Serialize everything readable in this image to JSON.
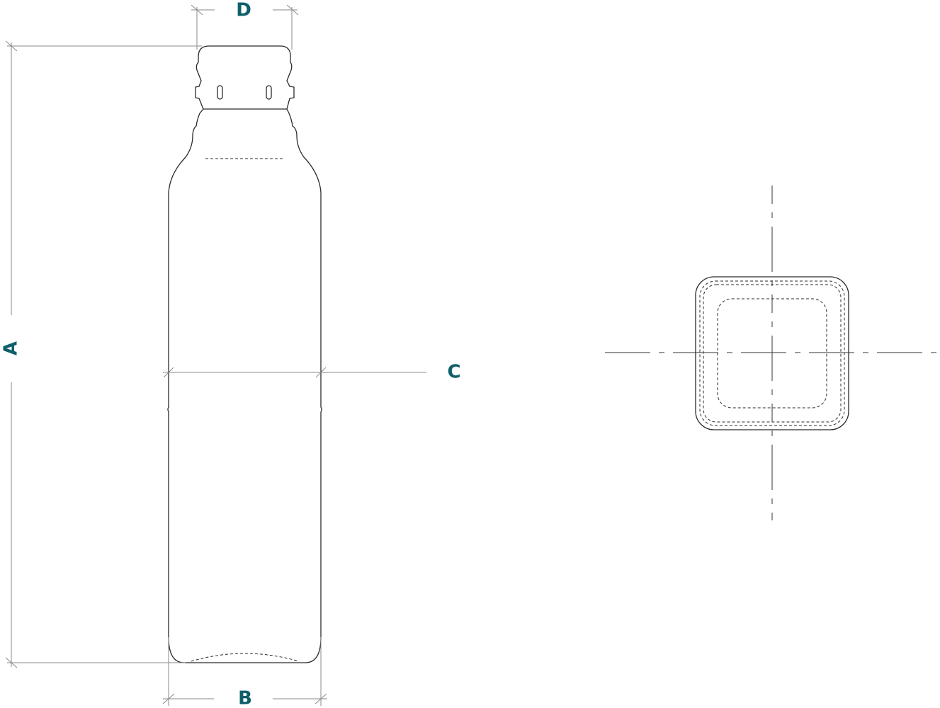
{
  "labels": {
    "a": "A",
    "b": "B",
    "c": "C",
    "d": "D"
  },
  "colors": {
    "label": "#0e5f6a",
    "outline": "#2a2a2a",
    "dimension_line": "#8a8a8a",
    "centerline": "#333333"
  }
}
